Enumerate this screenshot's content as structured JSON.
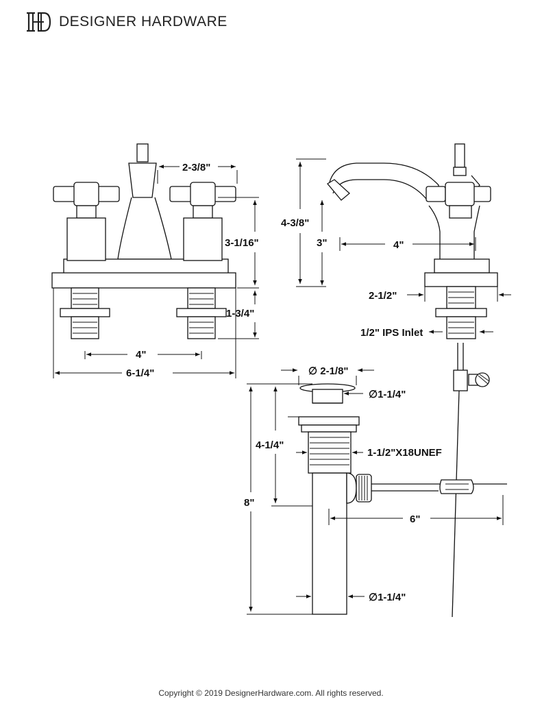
{
  "header": {
    "brand": "DESIGNER HARDWARE",
    "logo": "DH"
  },
  "front_view": {
    "handle_spacing": "2-3/8\"",
    "height": "3-1/16\"",
    "shank_length": "1-3/4\"",
    "center_spacing": "4\"",
    "overall_width": "6-1/4\""
  },
  "side_view": {
    "overall_height": "4-3/8\"",
    "spout_height": "3\"",
    "spout_reach": "4\"",
    "base_depth": "2-1/2\"",
    "inlet": "1/2\" IPS Inlet"
  },
  "drain_view": {
    "flange_diameter": "∅ 2-1/8\"",
    "stopper_diameter": "∅1-1/4\"",
    "thread": "1-1/2\"X18UNEF",
    "upper_length": "4-1/4\"",
    "overall_length": "8\"",
    "rod_length": "6\"",
    "tailpiece_diameter": "∅1-1/4\""
  },
  "footer": {
    "copyright": "Copyright © 2019 DesignerHardware.com. All rights reserved."
  }
}
